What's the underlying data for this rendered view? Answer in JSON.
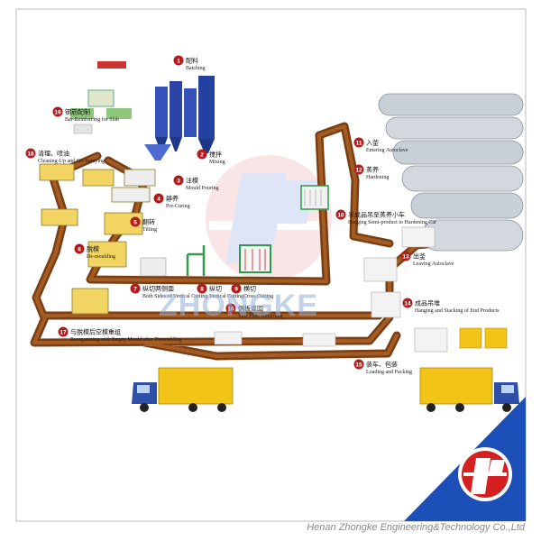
{
  "colors": {
    "track": "#7a3e14",
    "track_inner": "#a45c23",
    "badge": "#b51b1b",
    "truck_cargo": "#f2c418",
    "truck_cab": "#2d4fa8",
    "logo_red": "#d42020",
    "logo_blue": "#1d4fb8",
    "autoclave": "#c9cfd6"
  },
  "watermark": "ZHONGKE",
  "footer": "Henan Zhongke Engineering&Technology Co.,Ltd",
  "steps": [
    {
      "num": "1",
      "cn": "配料",
      "en": "Batching"
    },
    {
      "num": "2",
      "cn": "搅拌",
      "en": "Mixing"
    },
    {
      "num": "3",
      "cn": "注模",
      "en": "Mould Pouring"
    },
    {
      "num": "4",
      "cn": "静养",
      "en": "Pre-Curing"
    },
    {
      "num": "5",
      "cn": "翻转",
      "en": "Tilting"
    },
    {
      "num": "6",
      "cn": "脱模",
      "en": "De-moulding"
    },
    {
      "num": "7",
      "cn": "纵切两侧面",
      "en": "Both Sides of Vertical Cutting"
    },
    {
      "num": "8",
      "cn": "纵切",
      "en": "Vertical Cutting"
    },
    {
      "num": "9",
      "cn": "横切",
      "en": "Cross Cutting"
    },
    {
      "num": "10",
      "cn": "半成品吊至蒸养小车",
      "en": "Hanging Semi-product to Hardening Car"
    },
    {
      "num": "11",
      "cn": "入釜",
      "en": "Entering Autoclave"
    },
    {
      "num": "12",
      "cn": "蒸养",
      "en": "Hardening"
    },
    {
      "num": "13",
      "cn": "出釜",
      "en": "Leaving Autoclave"
    },
    {
      "num": "14",
      "cn": "成品吊堆",
      "en": "Hanging and Stacking of End Products"
    },
    {
      "num": "15",
      "cn": "装车、包装",
      "en": "Loading and Packing"
    },
    {
      "num": "16",
      "cn": "侧板返回",
      "en": "Side Plate Returning"
    },
    {
      "num": "17",
      "cn": "与脱模后空模重组",
      "en": "Reorganizing with Empty Mould after Demoulding"
    },
    {
      "num": "18",
      "cn": "清理、喷油",
      "en": "Cleaning-Up and Oil-Spraying"
    },
    {
      "num": "19",
      "cn": "钢筋配制",
      "en": "Bar-Reinforcing for Slab"
    }
  ]
}
